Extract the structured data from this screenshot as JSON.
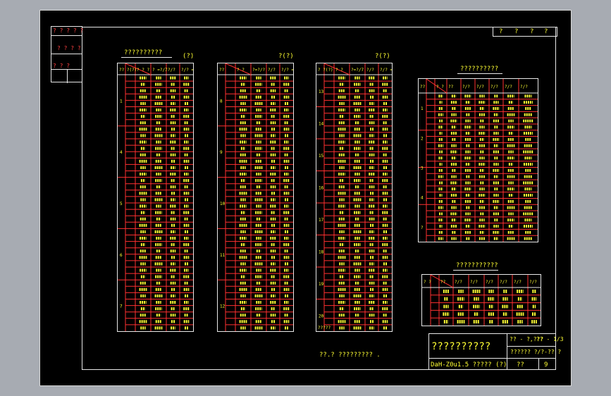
{
  "drawing": {
    "revision_header": [
      "?",
      "?",
      "?",
      "?"
    ],
    "left_stamp": {
      "rows": [
        "? ? ? ? ?",
        "? ? ? ?",
        "? ? ?"
      ]
    },
    "tables": [
      {
        "title": "??????????",
        "suffix": "(?)",
        "header": [
          "?? ?(?)",
          "? ? ?",
          "? =?/7",
          "?/?",
          "?/? =?"
        ]
      },
      {
        "title": "",
        "suffix": "?(?)",
        "header": [
          "??",
          "? ?",
          "?=?/?",
          "?/?",
          "?/? =?"
        ]
      },
      {
        "title": "",
        "suffix": "?(?)",
        "header": [
          "? ?(?)",
          "? ?",
          "?=?/7",
          "?/?",
          "?/? =?"
        ]
      },
      {
        "title": "??????????",
        "suffix": "",
        "header": [
          "??",
          "? ?",
          "??",
          "?/?",
          "?/?",
          "?/?",
          "?/?",
          "?/?"
        ]
      },
      {
        "title": "???????????",
        "suffix": "",
        "header": [
          "? ?",
          "??",
          "?/?",
          "?/?",
          "?/?",
          "?/?",
          "?/?",
          "?/?"
        ]
      }
    ],
    "table1_rows": [
      "1",
      "4",
      "5",
      "6",
      "7"
    ],
    "table2_rows": [
      "8",
      "9",
      "10",
      "11",
      "12"
    ],
    "table3_rows": [
      "13",
      "14",
      "15",
      "16",
      "17",
      "18",
      "19",
      "20"
    ],
    "table3_footer": "?????",
    "note": "??.? ????????? .",
    "title_block": {
      "main_title": "??????????",
      "scale_label": "?? - ?,???",
      "sheet_label": "?? - 1/3",
      "material": "?????? ?/?-?? ?",
      "drawing_no": "DaH-Z0u1.5  ????? (?)",
      "code": "??",
      "page": "9"
    }
  }
}
